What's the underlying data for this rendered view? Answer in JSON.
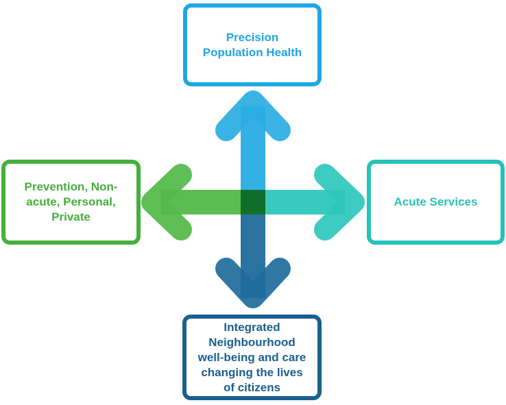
{
  "nodes": {
    "top": {
      "lines": [
        "Precision",
        "Population Health"
      ]
    },
    "left": {
      "lines": [
        "Prevention, Non-",
        "acute, Personal,",
        "Private"
      ]
    },
    "right": {
      "lines": [
        "Acute Services"
      ]
    },
    "bottom": {
      "lines": [
        "Integrated",
        "Neighbourhood",
        "well-being and care",
        "changing the lives",
        "of citizens"
      ]
    }
  },
  "colors": {
    "top": "#1ea7e1",
    "left": "#45b03b",
    "right": "#27c2b8",
    "bottom": "#1a5f8e",
    "center": "#0f6e2a"
  }
}
